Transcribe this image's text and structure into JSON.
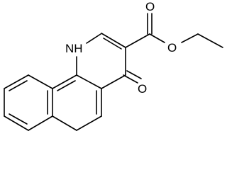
{
  "molecule": {
    "atoms": {
      "nh": "NH",
      "ketone_oxygen": "O",
      "carbonyl_oxygen": "O",
      "ester_oxygen": "O"
    },
    "colors": {
      "line": "#000000",
      "background": "#ffffff"
    }
  }
}
